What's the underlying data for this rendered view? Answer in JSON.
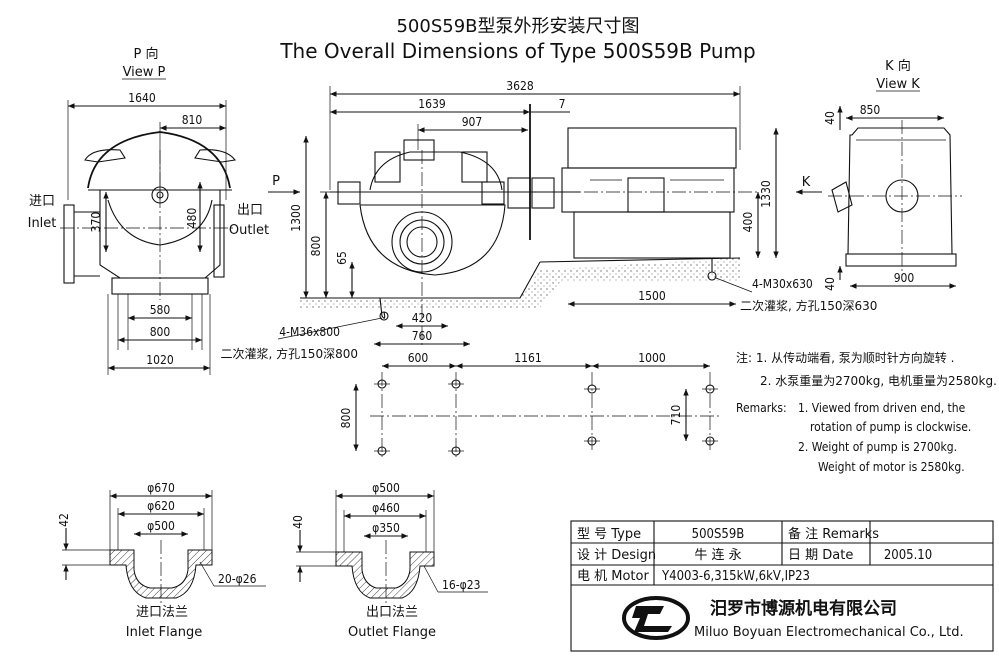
{
  "title": {
    "cn": "500S59B型泵外形安装尺寸图",
    "en": "The Overall Dimensions of Type 500S59B Pump"
  },
  "views": {
    "p": {
      "cn": "P 向",
      "en": "View P",
      "arrow": "P"
    },
    "k": {
      "cn": "K 向",
      "en": "View K",
      "arrow": "K"
    }
  },
  "labels": {
    "inlet_cn": "进口",
    "inlet_en": "Inlet",
    "outlet_cn": "出口",
    "outlet_en": "Outlet"
  },
  "dims": {
    "p_1640": "1640",
    "p_810": "810",
    "p_370": "370",
    "p_480": "480",
    "p_580": "580",
    "p_800": "800",
    "p_1020": "1020",
    "s_3628": "3628",
    "s_1639": "1639",
    "s_907": "907",
    "s_7": "7",
    "s_1300": "1300",
    "s_800": "800",
    "s_65": "65",
    "s_400": "400",
    "s_1330": "1330",
    "s_1500": "1500",
    "s_420": "420",
    "s_760": "760",
    "k_850": "850",
    "k_40a": "40",
    "k_40b": "40",
    "k_900": "900",
    "f_600": "600",
    "f_1161": "1161",
    "f_1000": "1000",
    "f_800": "800",
    "f_710": "710",
    "in_670": "φ670",
    "in_620": "φ620",
    "in_500": "φ500",
    "in_42": "42",
    "in_holes": "20-φ26",
    "out_500": "φ500",
    "out_460": "φ460",
    "out_350": "φ350",
    "out_40": "40",
    "out_holes": "16-φ23"
  },
  "bolts": {
    "pump": "4-M36x800",
    "pump_grout": "二次灌浆, 方孔150深800",
    "motor": "4-M30x630",
    "motor_grout": "二次灌浆, 方孔150深630"
  },
  "notes": {
    "cn1": "注: 1. 从传动端看, 泵为顺时针方向旋转 .",
    "cn2": "2. 水泵重量为2700kg, 电机重量为2580kg.",
    "en_head": "Remarks:",
    "en1a": "1. Viewed from driven end, the",
    "en1b": "rotation of pump is  clockwise.",
    "en2a": "2. Weight of pump is 2700kg.",
    "en2b": "Weight of motor is 2580kg."
  },
  "flanges": {
    "inlet_cn": "进口法兰",
    "inlet_en": "Inlet Flange",
    "outlet_cn": "出口法兰",
    "outlet_en": "Outlet Flange"
  },
  "table": {
    "type_label": "型 号 Type",
    "type_value": "500S59B",
    "remarks_label": "备 注 Remarks",
    "design_label": "设 计 Design",
    "design_value": "牛 连 永",
    "date_label": "日 期 Date",
    "date_value": "2005.10",
    "motor_label": "电 机 Motor",
    "motor_value": "Y4003-6,315kW,6kV,IP23",
    "company_cn": "汨罗市博源机电有限公司",
    "company_en": "Miluo Boyuan Electromechanical Co., Ltd."
  }
}
